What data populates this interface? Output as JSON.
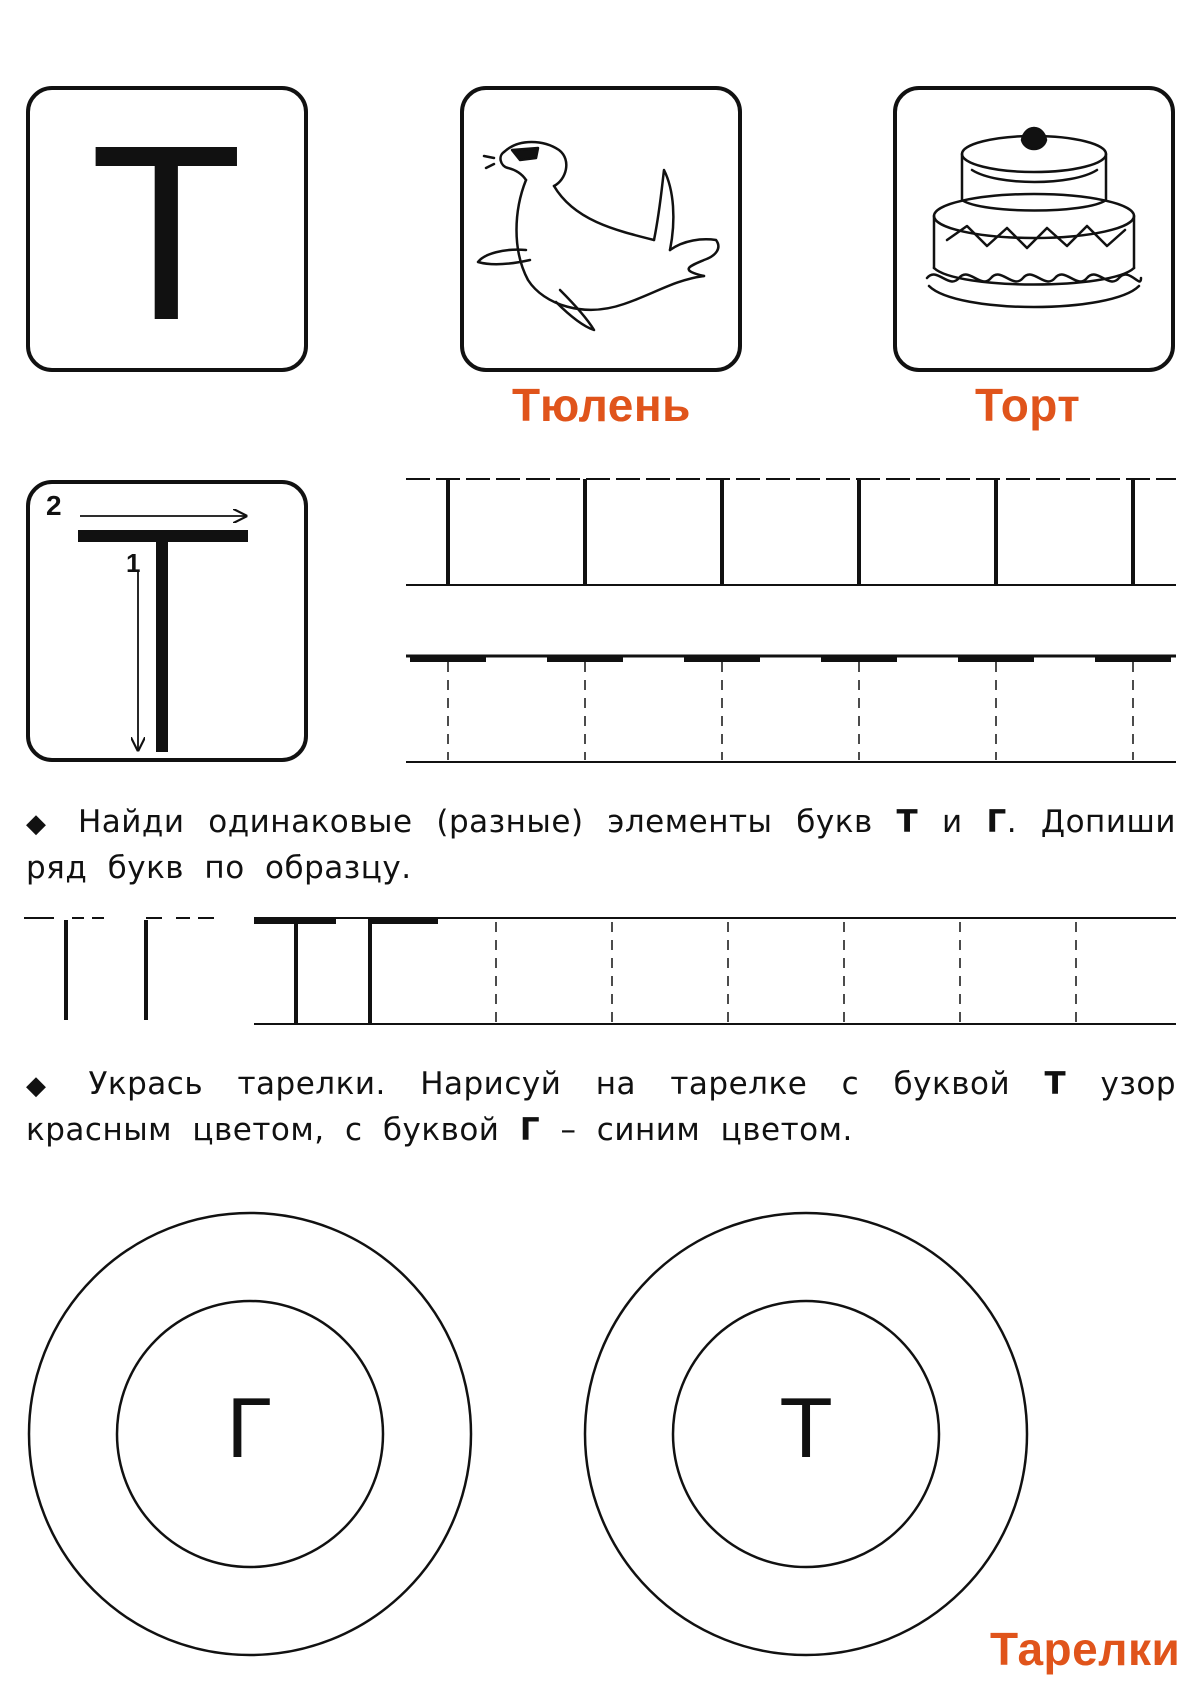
{
  "cards": {
    "letter": "Т",
    "seal_caption": "Тюлень",
    "cake_caption": "Торт"
  },
  "stroke_order": {
    "step_1": "1",
    "step_2": "2"
  },
  "instructions": {
    "task1_part1": "Найди одинаковые (разные) элементы букв",
    "task1_letter_t": "Т",
    "task1_and": "и",
    "task1_letter_g": "Г",
    "task1_part2": ". Допиши ряд букв по образцу.",
    "task2_part1": "Укрась тарелки. Нарисуй на тарелке с буквой",
    "task2_letter_t": "Т",
    "task2_part2": "узор красным цветом, с буквой",
    "task2_letter_g": "Г",
    "task2_part3": "– синим цветом."
  },
  "plates": {
    "left_letter": "Г",
    "right_letter": "Т",
    "caption": "Тарелки"
  },
  "colors": {
    "caption": "#e0541b",
    "ink": "#111111"
  }
}
